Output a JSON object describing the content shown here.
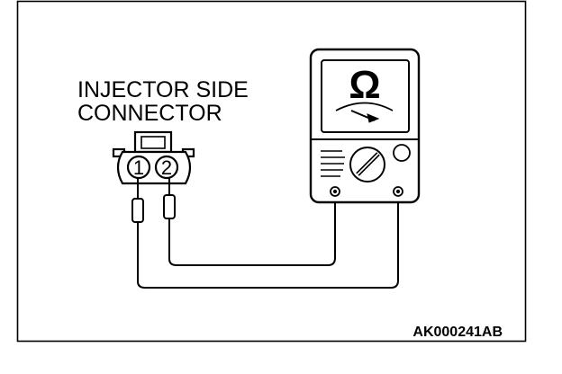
{
  "diagram": {
    "label_line1": "INJECTOR SIDE",
    "label_line2": "CONNECTOR",
    "pin_1": "1",
    "pin_2": "2",
    "meter_symbol": "Ω",
    "figure_code": "AK000241AB"
  },
  "icons": {
    "connector": "injector-connector-icon",
    "meter": "ohmmeter-icon",
    "dial": "selector-dial-icon",
    "needle": "meter-needle-icon"
  }
}
